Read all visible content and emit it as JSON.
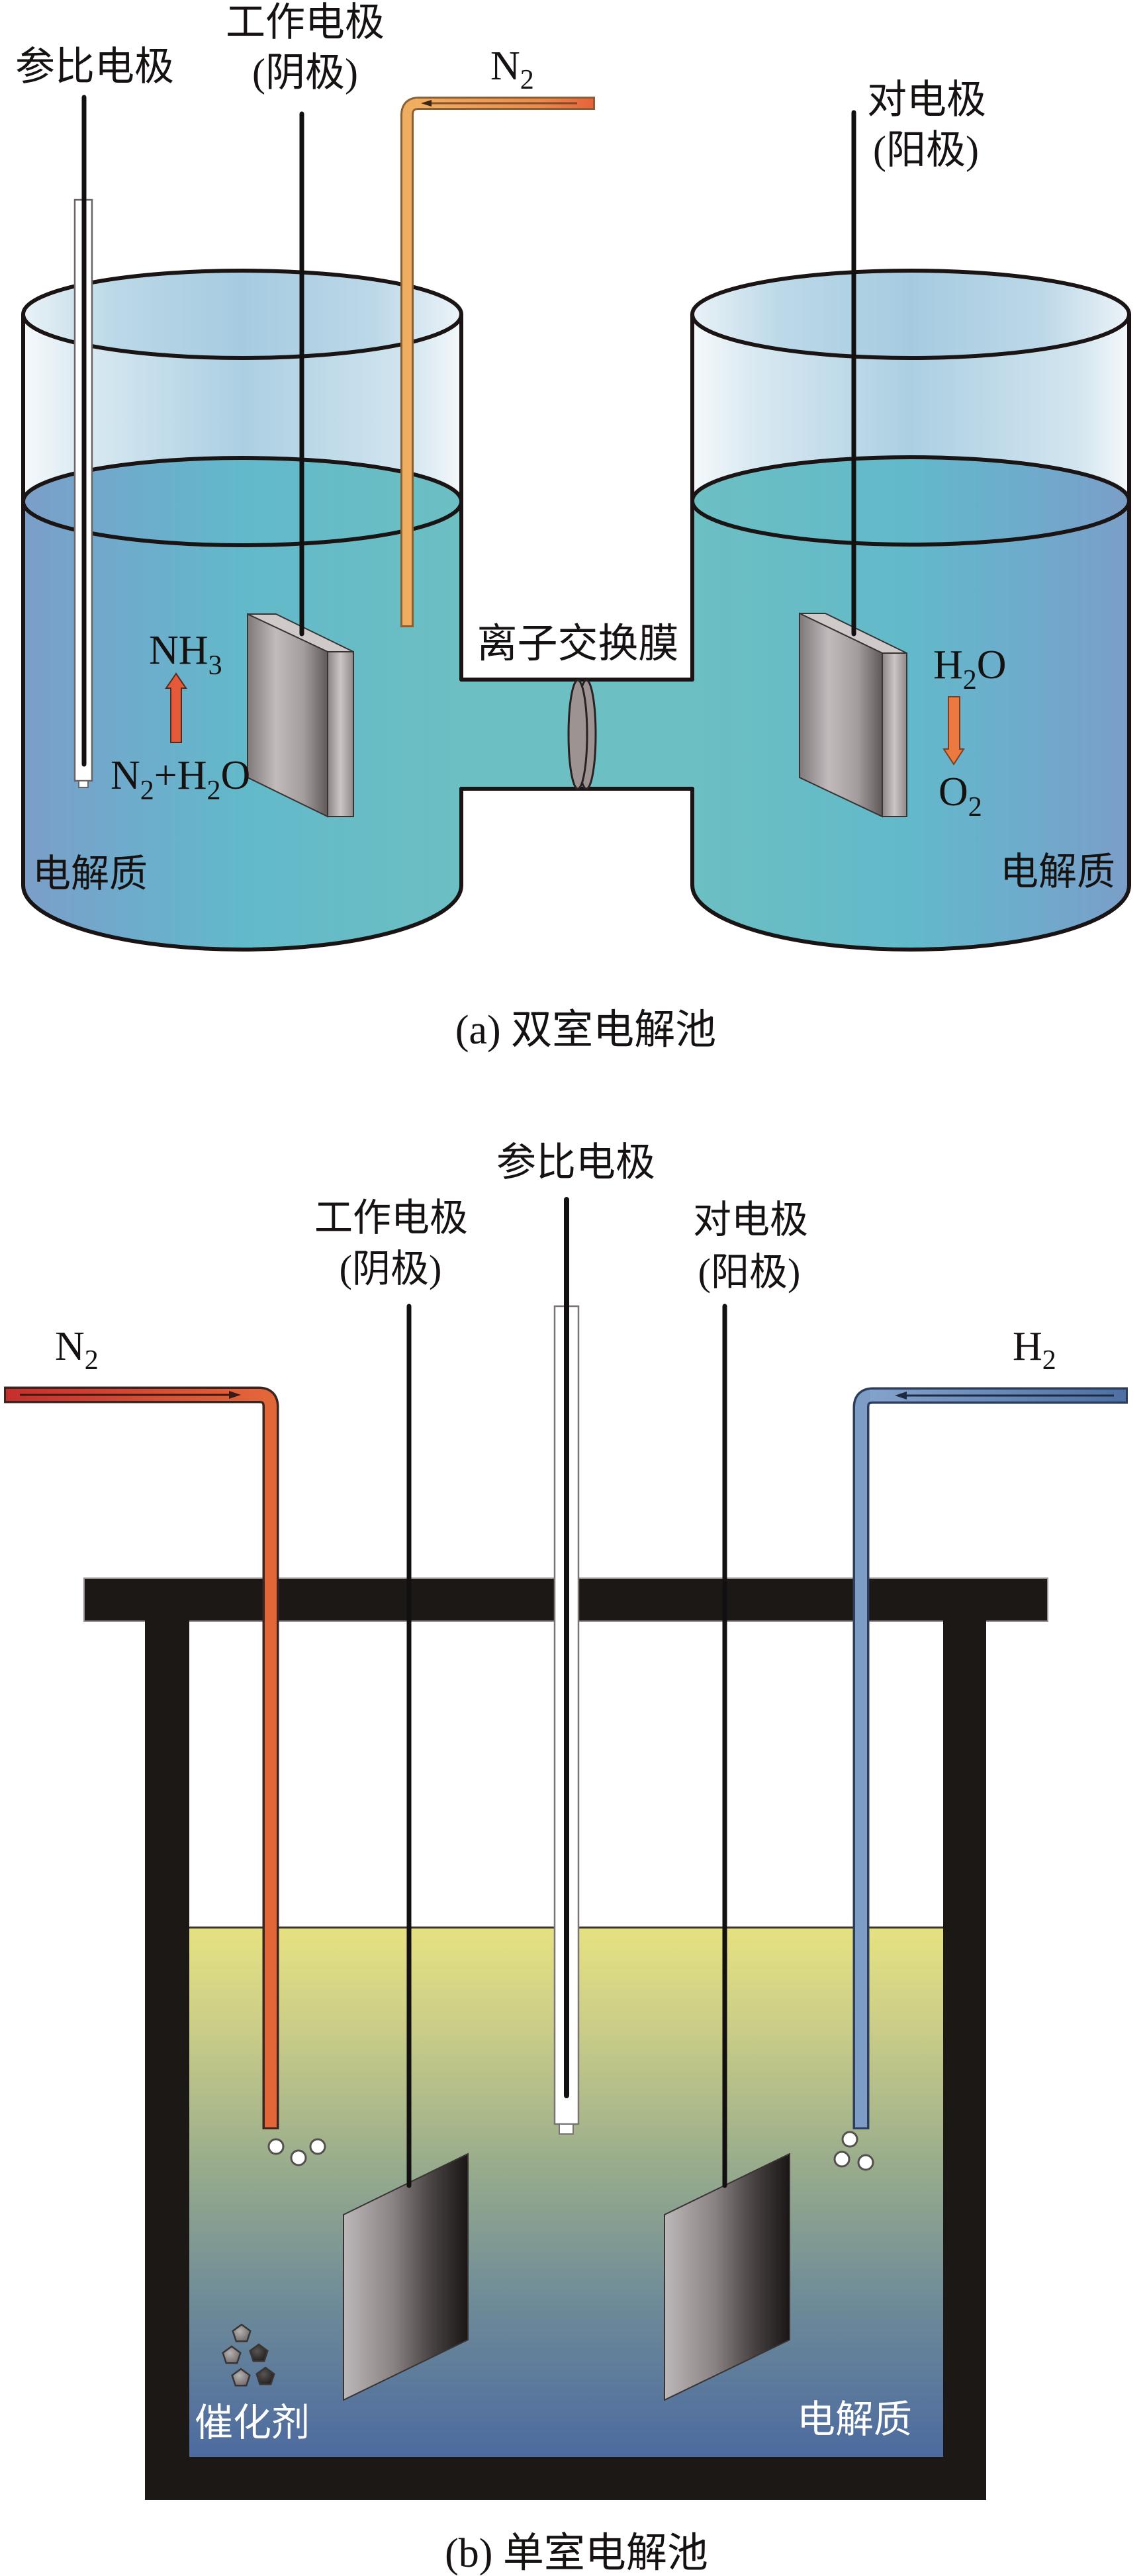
{
  "panel_a": {
    "caption": "(a) 双室电解池",
    "reference_electrode": "参比电极",
    "working_electrode": {
      "name": "工作电极",
      "role": "(阴极)"
    },
    "counter_electrode": {
      "name": "对电极",
      "role": "(阳极)"
    },
    "gas_inlet": [
      {
        "t": "N"
      },
      {
        "t": "2",
        "sub": true
      }
    ],
    "membrane": "离子交换膜",
    "electrolyte_cathode_side": "电解质",
    "electrolyte_anode_side": "电解质",
    "cathode_reaction": {
      "reactants": [
        {
          "t": "N"
        },
        {
          "t": "2",
          "sub": true
        },
        {
          "t": "+H"
        },
        {
          "t": "2",
          "sub": true
        },
        {
          "t": "O"
        }
      ],
      "product": [
        {
          "t": "NH"
        },
        {
          "t": "3",
          "sub": true
        }
      ],
      "arrow": "up"
    },
    "anode_reaction": {
      "reactant": [
        {
          "t": "H"
        },
        {
          "t": "2",
          "sub": true
        },
        {
          "t": "O"
        }
      ],
      "product": [
        {
          "t": "O"
        },
        {
          "t": "2",
          "sub": true
        }
      ],
      "arrow": "down"
    }
  },
  "panel_b": {
    "caption": "(b) 单室电解池",
    "reference_electrode": "参比电极",
    "working_electrode": {
      "name": "工作电极",
      "role": "(阴极)"
    },
    "counter_electrode": {
      "name": "对电极",
      "role": "(阳极)"
    },
    "gas_inlet_left": [
      {
        "t": "N"
      },
      {
        "t": "2",
        "sub": true
      }
    ],
    "gas_inlet_right": [
      {
        "t": "H"
      },
      {
        "t": "2",
        "sub": true
      }
    ],
    "catalyst": "催化剂",
    "electrolyte": "电解质",
    "bubbles_per_gas_tube": 3,
    "catalyst_particles": 5
  },
  "colors": {
    "n2_tube_a": "#efae5f",
    "n2_tube_b": "#e36638",
    "h2_tube_b": "#7d9cc6",
    "cathode_arrow": "#e65a3a",
    "anode_arrow": "#ec7a40",
    "electrolyte_a": "#6cbfc3",
    "membrane": "#9d9393",
    "cell_frame_b": "#1c1816",
    "label_on_dark": "#ffffff"
  }
}
